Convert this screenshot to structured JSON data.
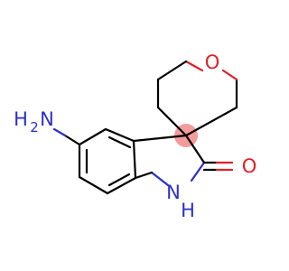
{
  "molecule": {
    "colors": {
      "bond": "#000000",
      "oxygen": "#e0202a",
      "nitrogen": "#2b30c8",
      "spiro_highlight": "#f28b8b"
    },
    "labels": {
      "ring_oxygen": "O",
      "carbonyl_oxygen": "O",
      "amide_n": "N",
      "amide_h": "H",
      "amine_h": "H",
      "amine_sub": "2",
      "amine_n": "N"
    }
  }
}
